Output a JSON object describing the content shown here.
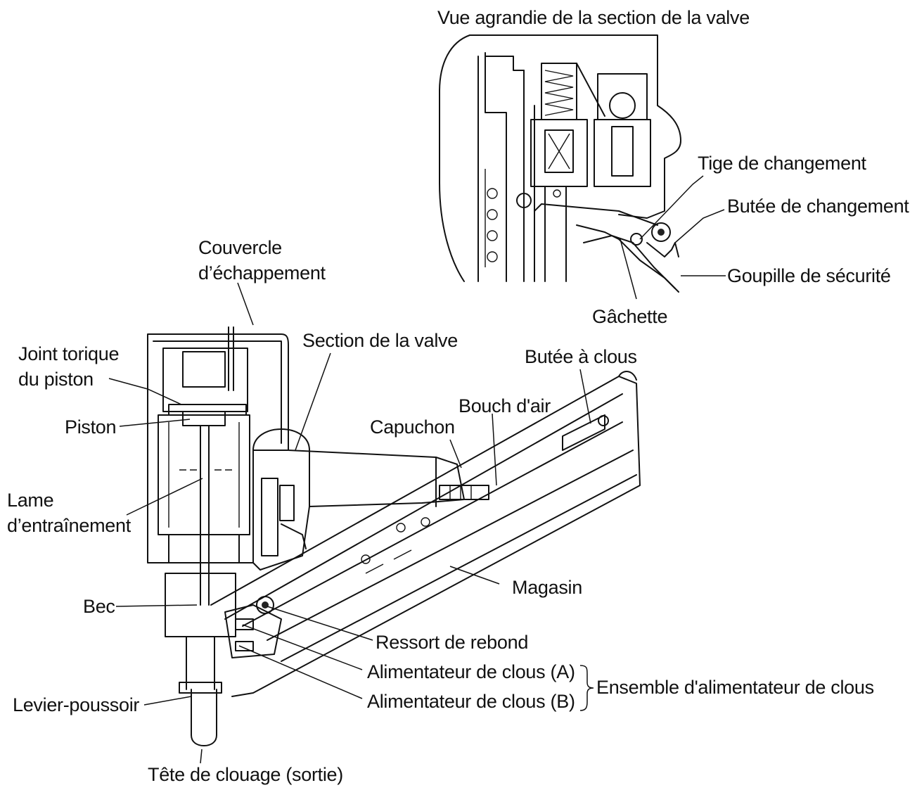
{
  "diagram": {
    "inset_title": "Vue agrandie de la section de la valve",
    "labels": {
      "tige_changement": "Tige de changement",
      "butee_changement": "Butée de changement",
      "goupille_securite": "Goupille de sécurité",
      "gachette": "Gâchette",
      "couvercle_line1": "Couvercle",
      "couvercle_line2": "d’échappement",
      "section_valve": "Section de la valve",
      "butee_clous": "Butée à clous",
      "joint_line1": "Joint torique",
      "joint_line2": "du piston",
      "bouch_air": "Bouch d'air",
      "capuchon": "Capuchon",
      "piston": "Piston",
      "lame_line1": "Lame",
      "lame_line2": "d’entraînement",
      "magasin": "Magasin",
      "bec": "Bec",
      "ressort": "Ressort de rebond",
      "alim_a": "Alimentateur de clous (A)",
      "alim_b": "Alimentateur de clous (B)",
      "ensemble": "Ensemble d'alimentateur de clous",
      "levier": "Levier-poussoir",
      "tete": "Tête de clouage (sortie)"
    }
  }
}
